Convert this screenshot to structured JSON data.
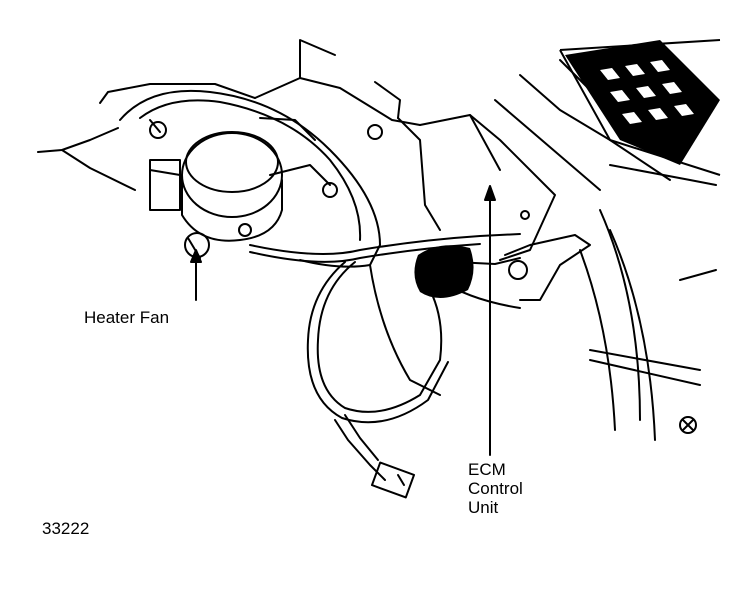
{
  "labels": {
    "heater_fan": "Heater Fan",
    "ecm_line1": "ECM",
    "ecm_line2": "Control",
    "ecm_line3": "Unit",
    "figure_number": "33222"
  }
}
